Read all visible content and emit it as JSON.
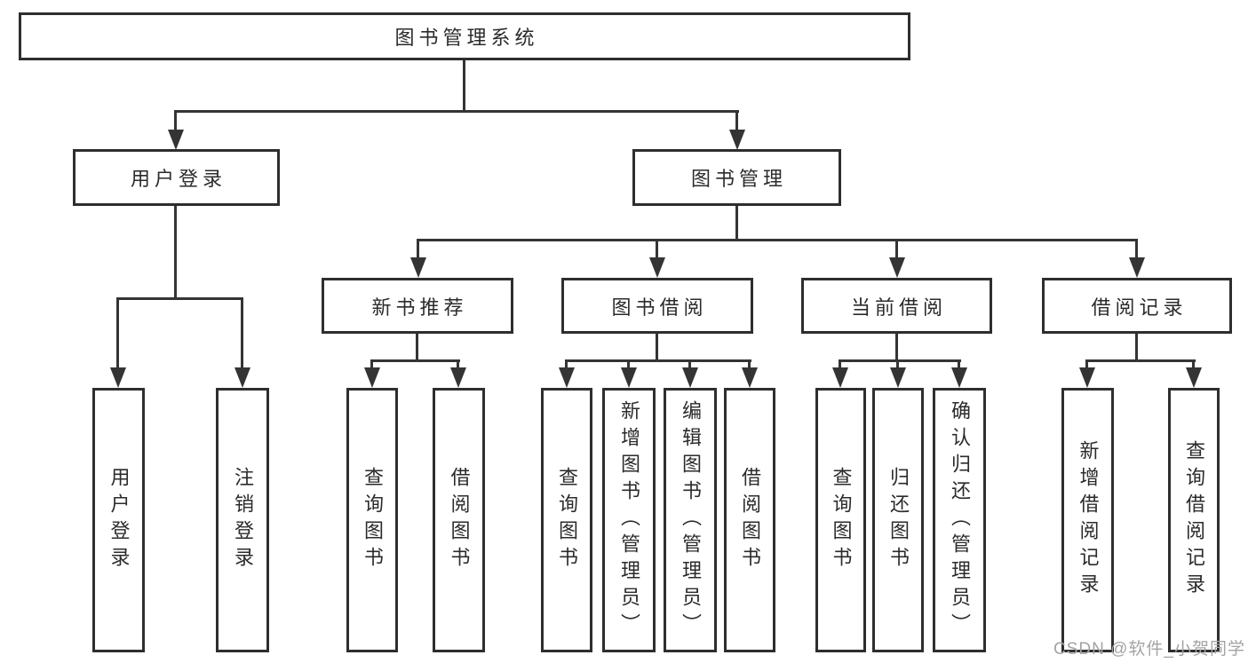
{
  "watermark": "CSDN @软件_小贺同学",
  "colors": {
    "line": "#343434",
    "border": "#2e2e2e",
    "text": "#2b2b2b",
    "watermark": "#a3a3a3",
    "background": "#ffffff"
  },
  "tree": {
    "label": "图书管理系统",
    "children": [
      {
        "label": "用户登录",
        "children": [
          {
            "label": "用户登录"
          },
          {
            "label": "注销登录"
          }
        ]
      },
      {
        "label": "图书管理",
        "children": [
          {
            "label": "新书推荐",
            "children": [
              {
                "label": "查询图书"
              },
              {
                "label": "借阅图书"
              }
            ]
          },
          {
            "label": "图书借阅",
            "children": [
              {
                "label": "查询图书"
              },
              {
                "label": "新增图书（管理员）"
              },
              {
                "label": "编辑图书（管理员）"
              },
              {
                "label": "借阅图书"
              }
            ]
          },
          {
            "label": "当前借阅",
            "children": [
              {
                "label": "查询图书"
              },
              {
                "label": "归还图书"
              },
              {
                "label": "确认归还（管理员）"
              }
            ]
          },
          {
            "label": "借阅记录",
            "children": [
              {
                "label": "新增借阅记录"
              },
              {
                "label": "查询借阅记录"
              }
            ]
          }
        ]
      }
    ]
  }
}
